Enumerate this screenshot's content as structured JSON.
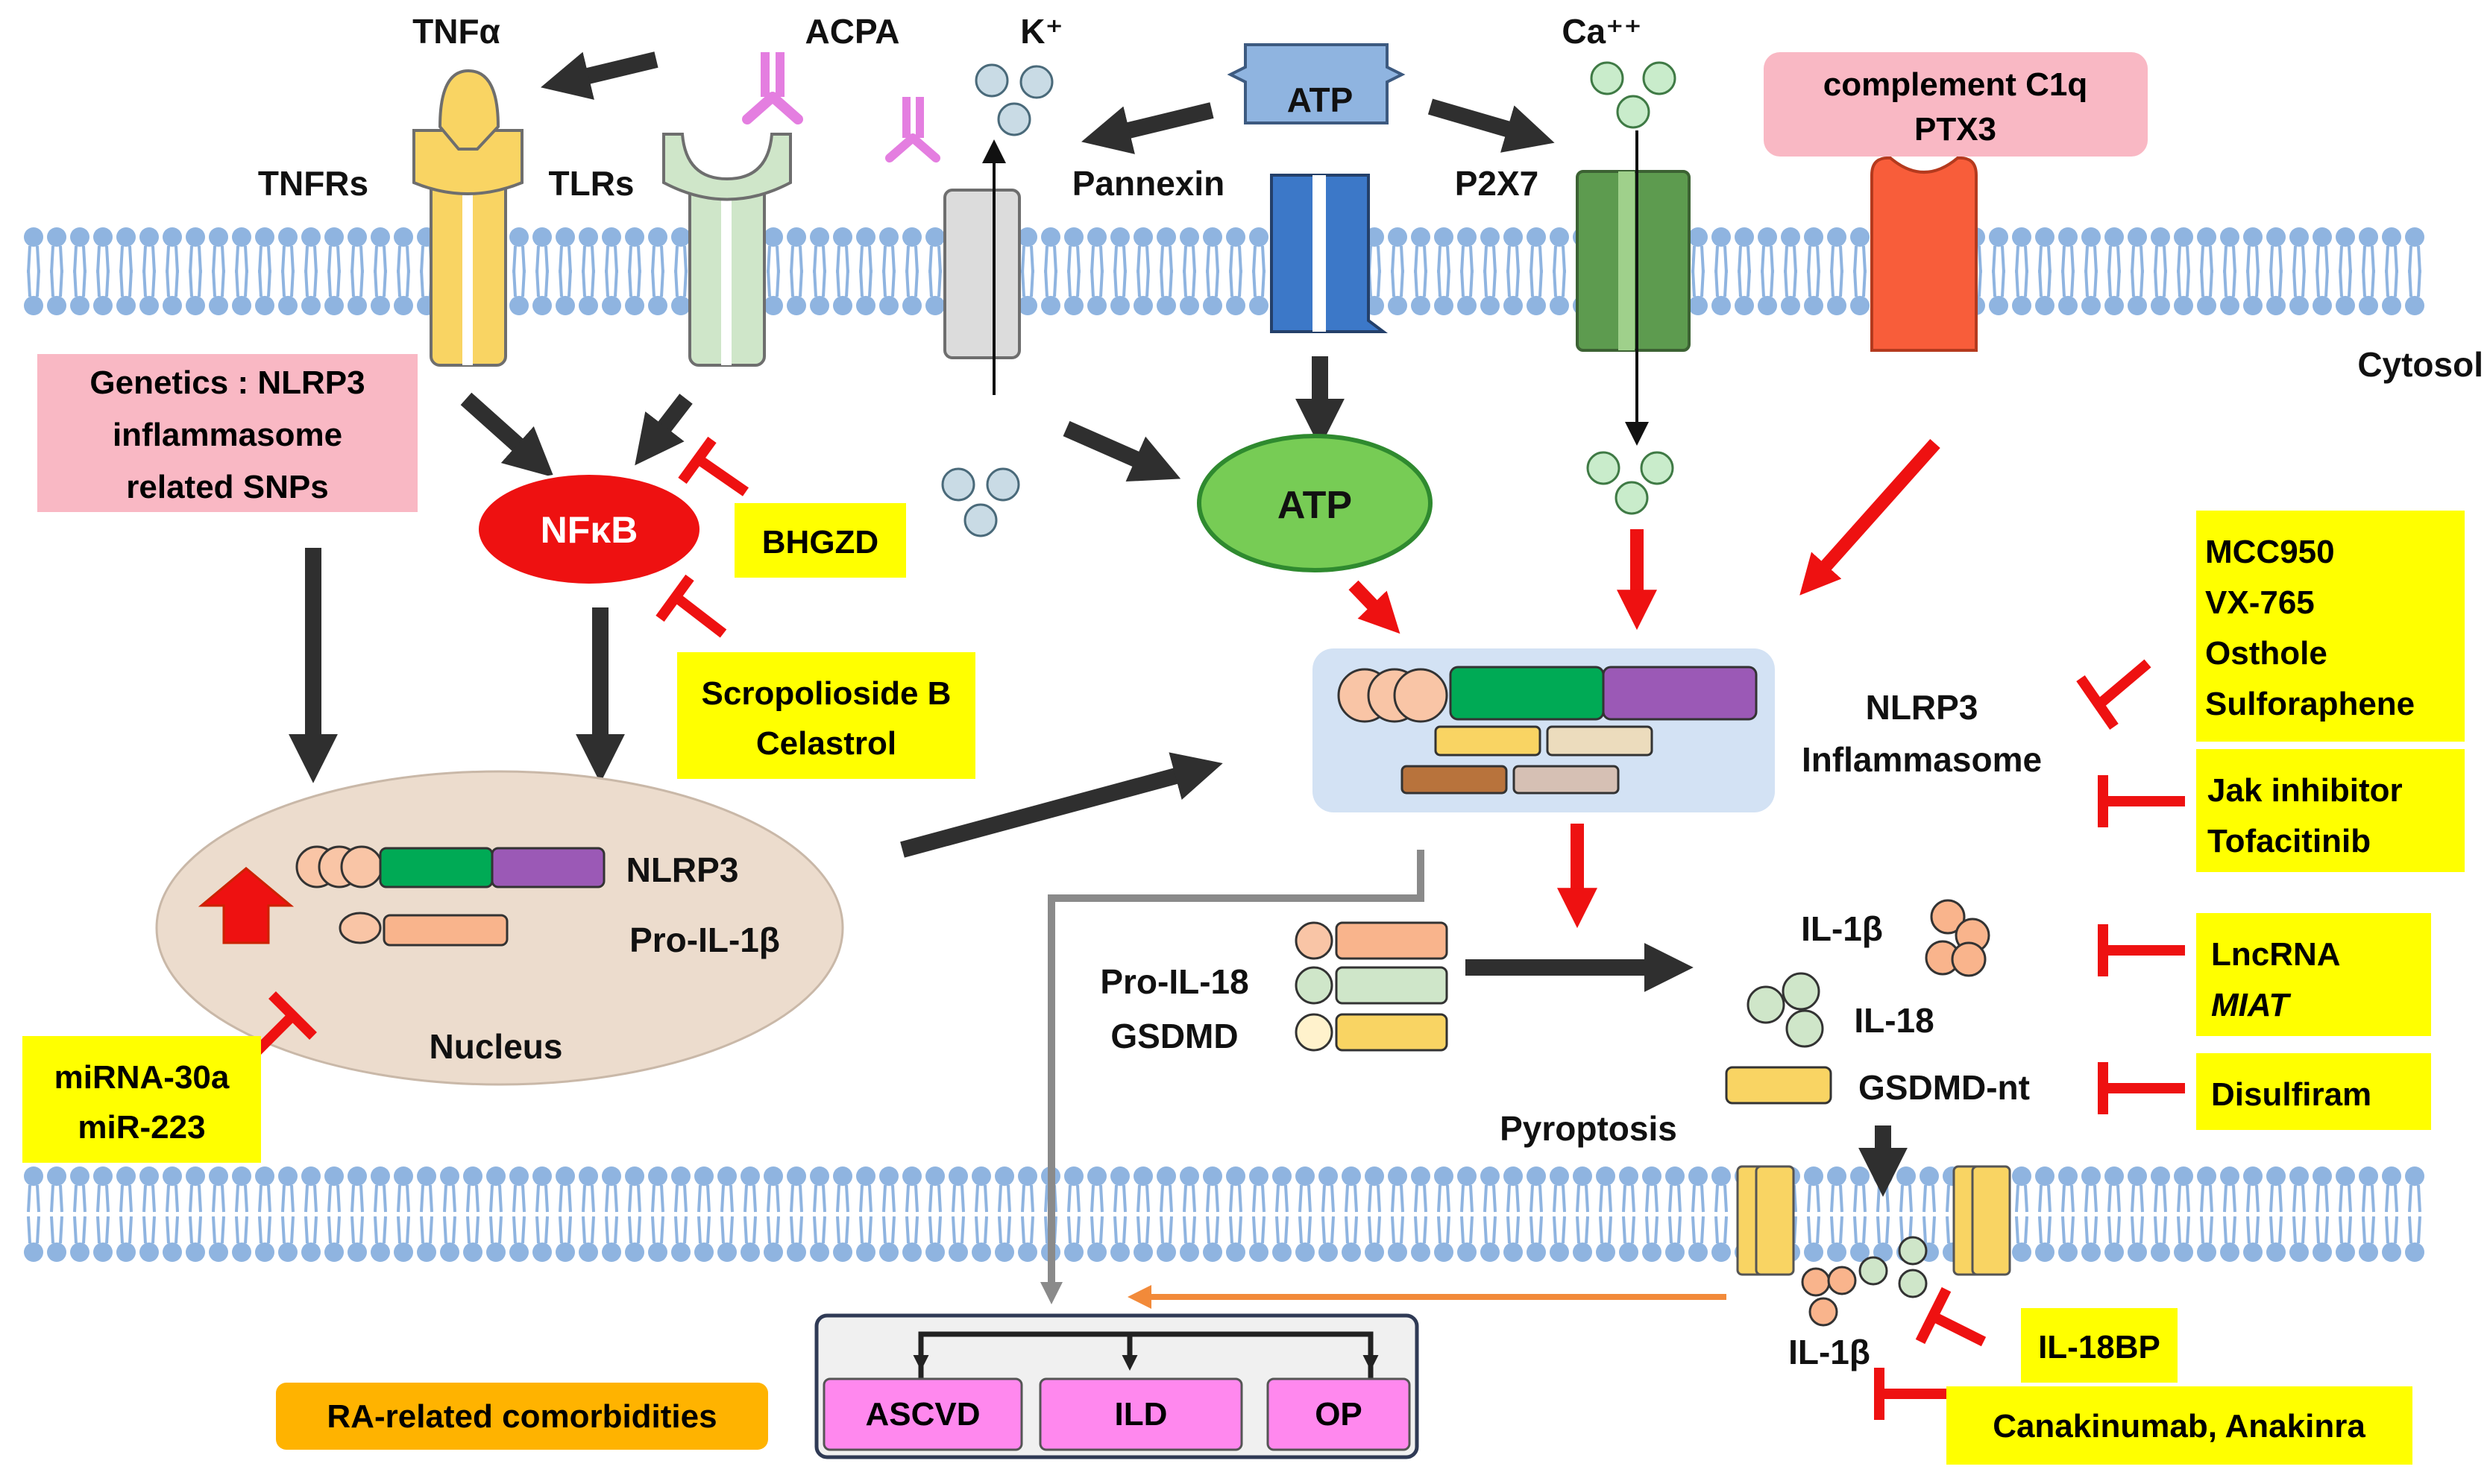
{
  "colors": {
    "membrane_head": "#8fb4e0",
    "drug_box": "#ffff00",
    "pink_box": "#f9b8c4",
    "arrow_dark": "#2f2f2f",
    "arrow_red": "#ee1111",
    "inhibit_red": "#ee1111",
    "orange_arrow": "#f28a3a",
    "gray_arrow": "#8a8a8a",
    "nfkb_red": "#ee1111",
    "atp_green": "#77cc55",
    "atp_blue": "#8fb4e0",
    "nucleus": "#ecdccd",
    "inflammasome_bg": "#d3e2f4",
    "comorbidity_box": "#ff88ee",
    "comorbidity_label": "#ffb300"
  },
  "labels": {
    "tnfa": "TNFα",
    "acpa": "ACPA",
    "k_ion": "K⁺",
    "ca_ion": "Ca⁺⁺",
    "tnfrs": "TNFRs",
    "tlrs": "TLRs",
    "pannexin": "Pannexin",
    "p2x7": "P2X7",
    "atp_channel": "ATP",
    "atp_ellipse": "ATP",
    "cytosol": "Cytosol",
    "nfkb": "NFκB",
    "complement_line1": "complement C1q",
    "complement_line2": "PTX3",
    "genetics_line1": "Genetics : NLRP3",
    "genetics_line2": "inflammasome",
    "genetics_line3": "related SNPs",
    "nlrp3": "NLRP3",
    "pro_il1b": "Pro-IL-1β",
    "nucleus": "Nucleus",
    "nlrp3_inflammasome_line1": "NLRP3",
    "nlrp3_inflammasome_line2": "Inflammasome",
    "pro_il18": "Pro-IL-18",
    "gsdmd": "GSDMD",
    "il1b_top": "IL-1β",
    "il18": "IL-18",
    "gsdmd_nt": "GSDMD-nt",
    "pyroptosis": "Pyroptosis",
    "il1b_bottom": "IL-1β",
    "ra_comorbidities": "RA-related comorbidities"
  },
  "drugs": {
    "bhgzd": "BHGZD",
    "scropolioside_line1": "Scropolioside B",
    "scropolioside_line2": "Celastrol",
    "mcc_line1": "MCC950",
    "mcc_line2": "VX-765",
    "mcc_line3": "Osthole",
    "mcc_line4": "Sulforaphene",
    "jak_line1": "Jak inhibitor",
    "jak_line2": "Tofacitinib",
    "lnc_line1": "LncRNA",
    "lnc_line2": "MIAT",
    "disulfiram": "Disulfiram",
    "mirna_line1": "miRNA-30a",
    "mirna_line2": "miR-223",
    "il18bp": "IL-18BP",
    "canakinumab": "Canakinumab, Anakinra"
  },
  "comorbidities": [
    "ASCVD",
    "ILD",
    "OP"
  ]
}
